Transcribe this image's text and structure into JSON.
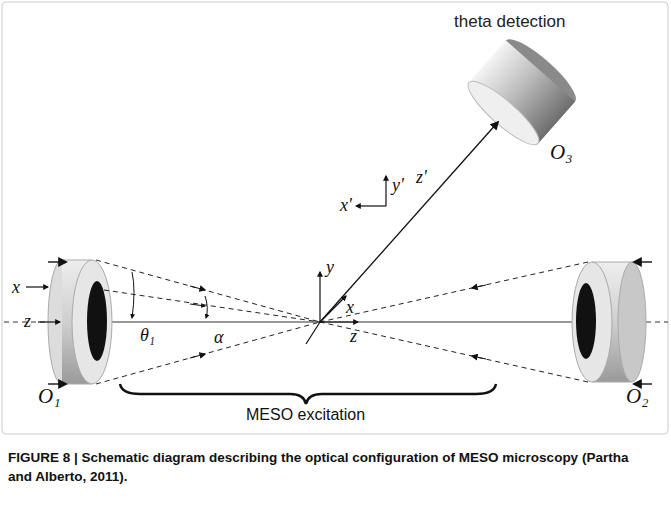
{
  "diagram": {
    "caption": "FIGURE 8 | Schematic diagram describing the optical configuration of MESO microscopy (Partha and Alberto, 2011).",
    "nodes": [
      {
        "text": [
          "theta detection",
          "O₃"
        ]
      },
      {
        "text": [
          "O₁"
        ]
      },
      {
        "text": [
          "O₂"
        ]
      }
    ],
    "labels": [
      "x",
      "z",
      "θ₁",
      "α",
      "y",
      "x",
      "z",
      "y'",
      "x'",
      "z'",
      "MESO excitation"
    ]
  }
}
